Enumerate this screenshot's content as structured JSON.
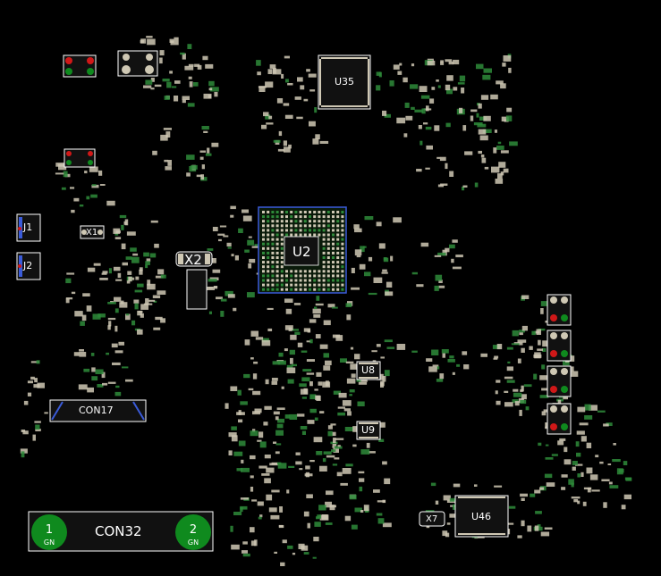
{
  "viewer": {
    "background": "#000000",
    "pad_color": "#cfc8b4",
    "outline_color": "#ffffff",
    "via_color": "#2e8b3a",
    "red_pad": "#d01818",
    "blue_marker": "#3a5bd9"
  },
  "components": {
    "u35": "U35",
    "u2": "U2",
    "x2": "X2",
    "x1": "X1",
    "j1": "J1",
    "j2": "J2",
    "con17": "CON17",
    "u8": "U8",
    "u9": "U9",
    "u46": "U46",
    "x7": "X7",
    "con32": "CON32"
  },
  "con32_pins": [
    {
      "number": "1",
      "net": "GN"
    },
    {
      "number": "2",
      "net": "GN"
    }
  ]
}
